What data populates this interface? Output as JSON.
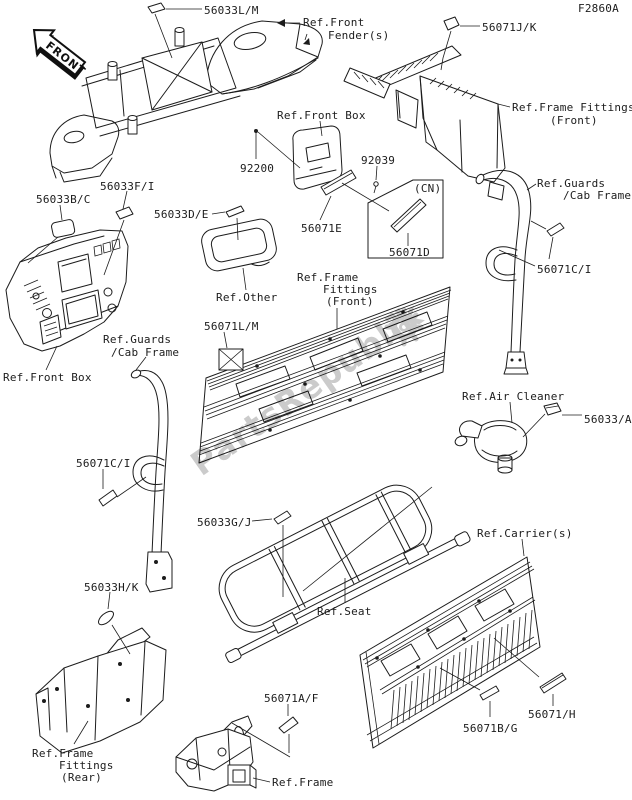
{
  "diagram": {
    "page_code": "F2860A",
    "front_arrow": "FRONT",
    "watermark": "PartsRepublik"
  },
  "icons": {
    "front_direction": "front-arrow-icon",
    "watermark_gear": "gear-icon"
  },
  "colors": {
    "line": "#1c1c1c",
    "watermark": "#c6c6c6",
    "background": "#ffffff"
  },
  "labels": {
    "fender_sticker": "56033L/M",
    "front_fender_1": "Ref.Front",
    "front_fender_2": "Fender(s)",
    "frame_fit_front_sticker": "56071J/K",
    "frame_fit_front_top_1": "Ref.Frame Fittings",
    "frame_fit_front_top_2": "(Front)",
    "front_box_top": "Ref.Front Box",
    "screw_92200": "92200",
    "screw_92039": "92039",
    "door_sticker": "56071E",
    "cn_marker": "(CN)",
    "cn_sticker": "56071D",
    "guards_right_1": "Ref.Guards",
    "guards_right_2": "/Cab Frame",
    "dash_sticker_left": "56033B/C",
    "dash_sticker_top": "56033F/I",
    "other_sticker": "56033D/E",
    "other_ref": "Ref.Other",
    "guard_right_sticker": "56071C/I",
    "frame_fit_mid_1": "Ref.Frame",
    "frame_fit_mid_2": "Fittings",
    "frame_fit_mid_3": "(Front)",
    "panel_sticker": "56071L/M",
    "guards_left_1": "Ref.Guards",
    "guards_left_2": "/Cab Frame",
    "front_box_left": "Ref.Front Box",
    "guard_left_sticker": "56071C/I",
    "air_cleaner_ref": "Ref.Air Cleaner",
    "air_cleaner_sticker": "56033/A",
    "rack_sticker": "56033G/J",
    "carrier_ref": "Ref.Carrier(s)",
    "rear_fit_sticker": "56033H/K",
    "seat_ref": "Ref.Seat",
    "frame_fit_rear_1": "Ref.Frame",
    "frame_fit_rear_2": "Fittings",
    "frame_fit_rear_3": "(Rear)",
    "frame_sticker": "56071A/F",
    "frame_ref": "Ref.Frame",
    "carrier_sticker_b": "56071B/G",
    "carrier_sticker_h": "56071/H"
  }
}
